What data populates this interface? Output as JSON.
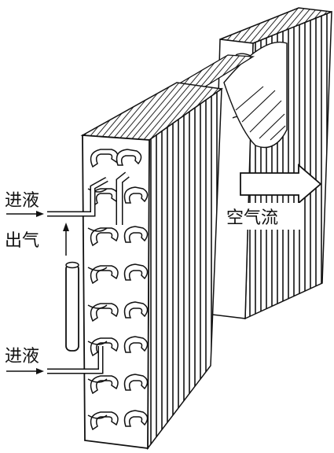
{
  "labels": {
    "inlet_top": "进液",
    "outlet": "出气",
    "inlet_bottom": "进液",
    "airflow": "空气流"
  },
  "colors": {
    "line": "#111111",
    "background": "#ffffff"
  }
}
